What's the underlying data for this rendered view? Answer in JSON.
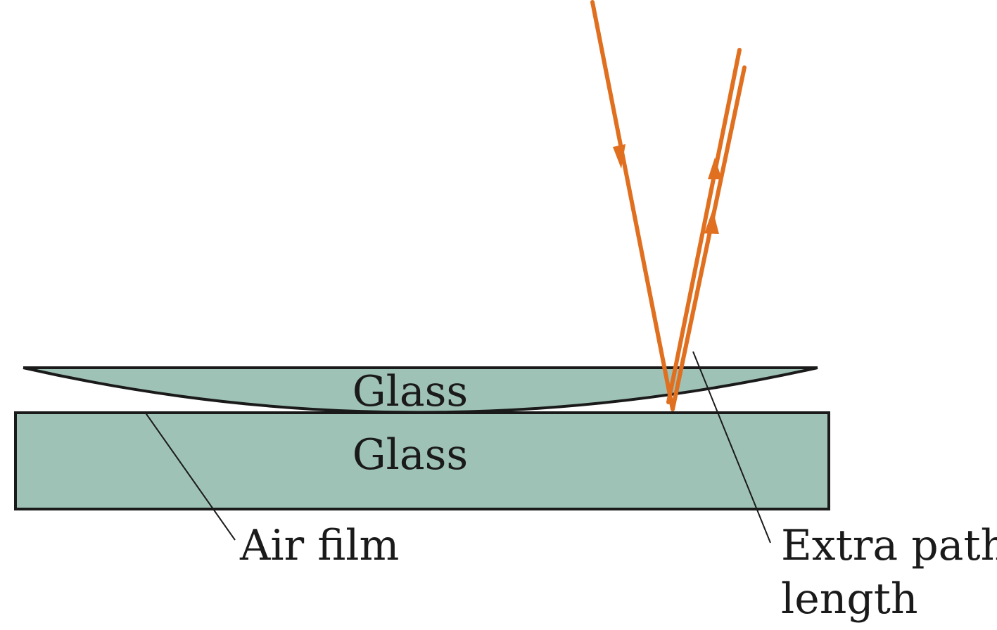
{
  "labels": {
    "lens": "Glass",
    "plate": "Glass",
    "air_film": "Air film",
    "extra_path_line1": "Extra path",
    "extra_path_line2": "length"
  },
  "colors": {
    "glass": "#9fc2b7",
    "ray": "#e07020",
    "outline": "#1a1a1a",
    "background": "#ffffff"
  }
}
